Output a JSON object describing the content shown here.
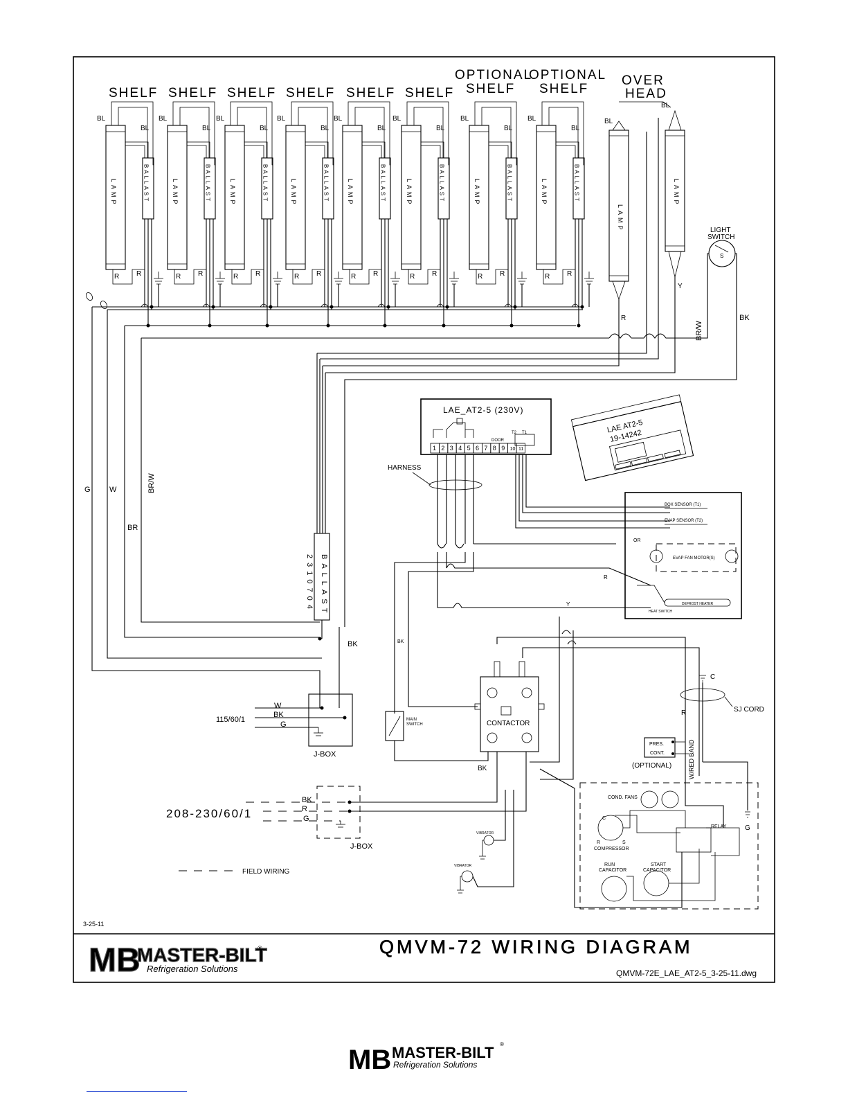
{
  "diagram": {
    "title": "QMVM-72  WIRING  DIAGRAM",
    "filename": "QMVM-72E_LAE_AT2-5_3-25-11.dwg",
    "date": "3-25-11",
    "brand": {
      "name": "MASTER-BILT",
      "tagline": "Refrigeration Solutions",
      "mark": "MB",
      "registered": "®"
    }
  },
  "fixtures": {
    "shelf_label": "SHELF",
    "optional_label": "OPTIONAL",
    "overhead_top": "OVER",
    "overhead_bottom": "HEAD",
    "lamp_text": "LAMP",
    "ballast_text": "BALLAST",
    "wire_bl": "BL",
    "wire_r": "R",
    "wire_y": "Y"
  },
  "light_switch": {
    "line1": "LIGHT",
    "line2": "SWITCH",
    "symbol": "S"
  },
  "controller": {
    "title": "LAE_AT2-5 (230V)",
    "terminals": [
      "1",
      "2",
      "3",
      "4",
      "5",
      "6",
      "7",
      "8",
      "9",
      "10",
      "11"
    ],
    "door_label": "DOOR",
    "t_labels": [
      "T2",
      "T1"
    ],
    "device_line1": "LAE AT2-5",
    "device_line2": "19-14242"
  },
  "harness_label": "HARNESS",
  "evaporator": {
    "box_sensor": "BOX SENSOR (T1)",
    "evap_sensor": "EVAP SENSOR (T2)",
    "fan_motors": "EVAP FAN MOTOR(S)",
    "defrost_heater": "DEFROST HEATER",
    "heat_switch": "HEAT SWITCH",
    "wire_or": "OR"
  },
  "ballast_main": {
    "part": "2310704",
    "text": "BALLAST"
  },
  "wire_labels": {
    "g": "G",
    "w": "W",
    "br": "BR",
    "br_w": "BR/W",
    "bk": "BK",
    "r": "R",
    "y": "Y",
    "w_red_band": "W/RED BAND"
  },
  "jbox_115": {
    "voltage": "115/60/1",
    "label": "J-BOX",
    "wires": [
      "W",
      "BK",
      "G"
    ]
  },
  "jbox_208": {
    "voltage": "208-230/60/1",
    "label": "J-BOX",
    "wires": [
      "BK",
      "R",
      "G"
    ]
  },
  "contactor": {
    "label": "CONTACTOR"
  },
  "main_switch": {
    "line1": "MAIN",
    "line2": "SWITCH"
  },
  "sj_cord": "SJ CORD",
  "pressure_control": {
    "line1": "PRES.",
    "line2": "CONT.",
    "note": "(OPTIONAL)"
  },
  "condensing_unit": {
    "cond_fans": "COND. FANS",
    "compressor": "COMPRESSOR",
    "relay": "RELAY",
    "run_capacitor": [
      "RUN",
      "CAPACITOR"
    ],
    "start_capacitor": [
      "START",
      "CAPACITOR"
    ],
    "terminals": [
      "C",
      "R",
      "S"
    ]
  },
  "vibrators": [
    "VIBRATOR",
    "VIBRATOR"
  ],
  "legend": {
    "field_wiring": "FIELD WIRING"
  }
}
